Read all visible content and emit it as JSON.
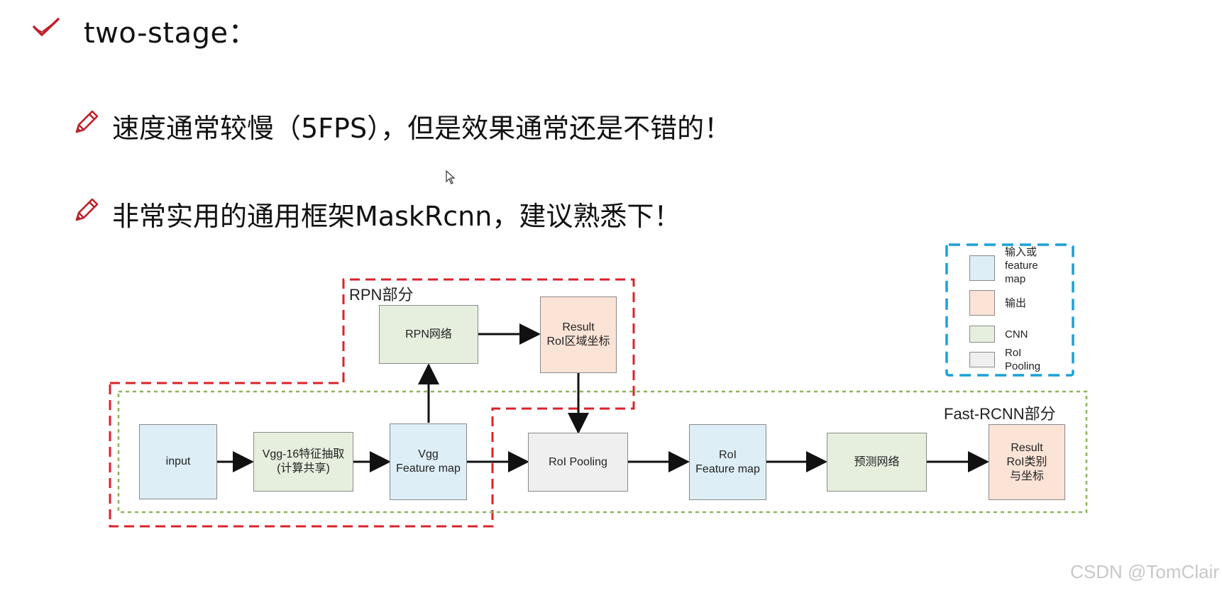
{
  "heading": {
    "text": "two-stage："
  },
  "bullets": [
    {
      "icon": "pencil-icon",
      "text": "速度通常较慢（5FPS），但是效果通常还是不错的！"
    },
    {
      "icon": "pencil-icon",
      "text": "非常实用的通用框架MaskRcnn，建议熟悉下！"
    }
  ],
  "diagram": {
    "regions": {
      "rpn": "RPN部分",
      "fast_rcnn": "Fast-RCNN部分"
    },
    "boxes": {
      "input": "input",
      "vgg16": "Vgg-16特征抽取\n(计算共享)",
      "vgg_feature_map": "Vgg\nFeature map",
      "rpn_network": "RPN网络",
      "rpn_result": "Result\nRoI区域坐标",
      "roi_pooling": "RoI Pooling",
      "roi_feature_map": "RoI\nFeature map",
      "predict_network": "预测网络",
      "final_result": "Result\nRoI类别\n与坐标"
    },
    "legend": {
      "items": [
        {
          "label": "输入或\nfeature\nmap",
          "color": "#ddeef6"
        },
        {
          "label": "输出",
          "color": "#fbe3d6"
        },
        {
          "label": "CNN",
          "color": "#e6efde"
        },
        {
          "label": "RoI\nPooling",
          "color": "#efefef"
        }
      ]
    },
    "colors": {
      "rpn_border": "#d9232b",
      "fast_rcnn_border": "#8fb35a",
      "legend_border": "#1aa0d8",
      "accent_icon": "#c0202a"
    }
  },
  "watermark": "CSDN @TomClair"
}
